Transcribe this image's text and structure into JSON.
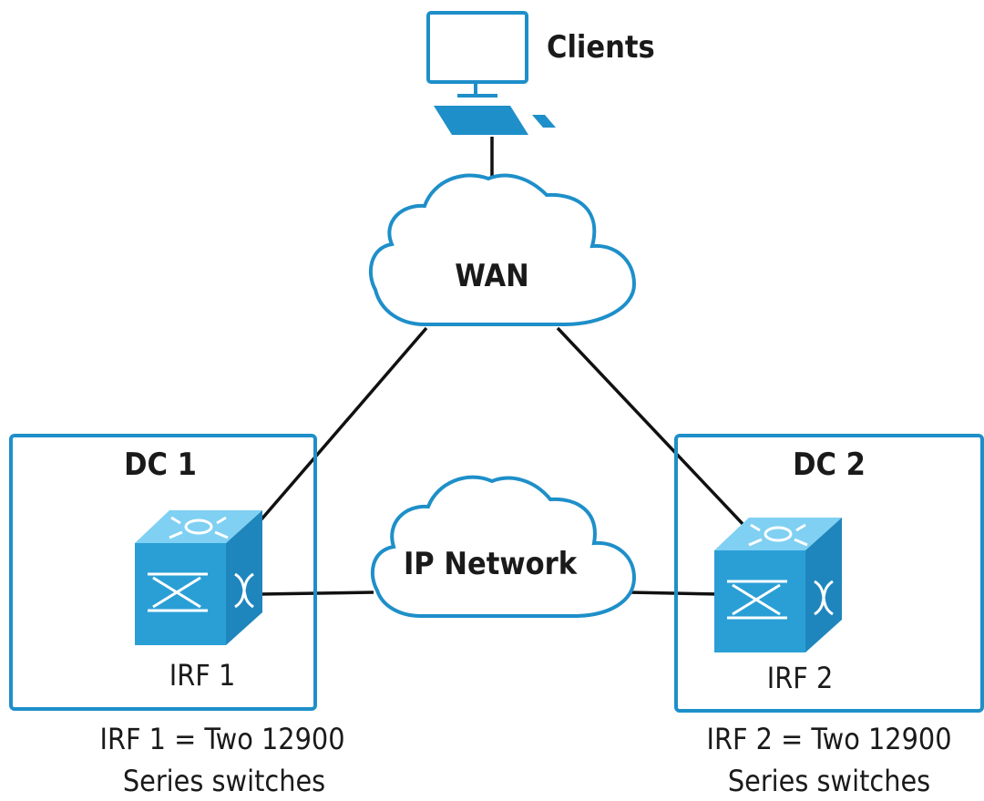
{
  "clients": {
    "label": "Clients"
  },
  "wan": {
    "label": "WAN"
  },
  "ip_network": {
    "label": "IP Network"
  },
  "dc1": {
    "title": "DC 1",
    "switch_label": "IRF 1",
    "note_line1": "IRF 1 = Two 12900",
    "note_line2": "Series switches"
  },
  "dc2": {
    "title": "DC 2",
    "switch_label": "IRF 2",
    "note_line1": "IRF 2 = Two 12900",
    "note_line2": "Series switches"
  },
  "colors": {
    "accent": "#1e8fc9",
    "switch_top": "#7fd0f2",
    "switch_front": "#2a9fd6",
    "switch_side": "#1f86bd",
    "line": "#111111"
  },
  "icons": [
    "computer-icon",
    "cloud-icon",
    "switch-icon"
  ]
}
